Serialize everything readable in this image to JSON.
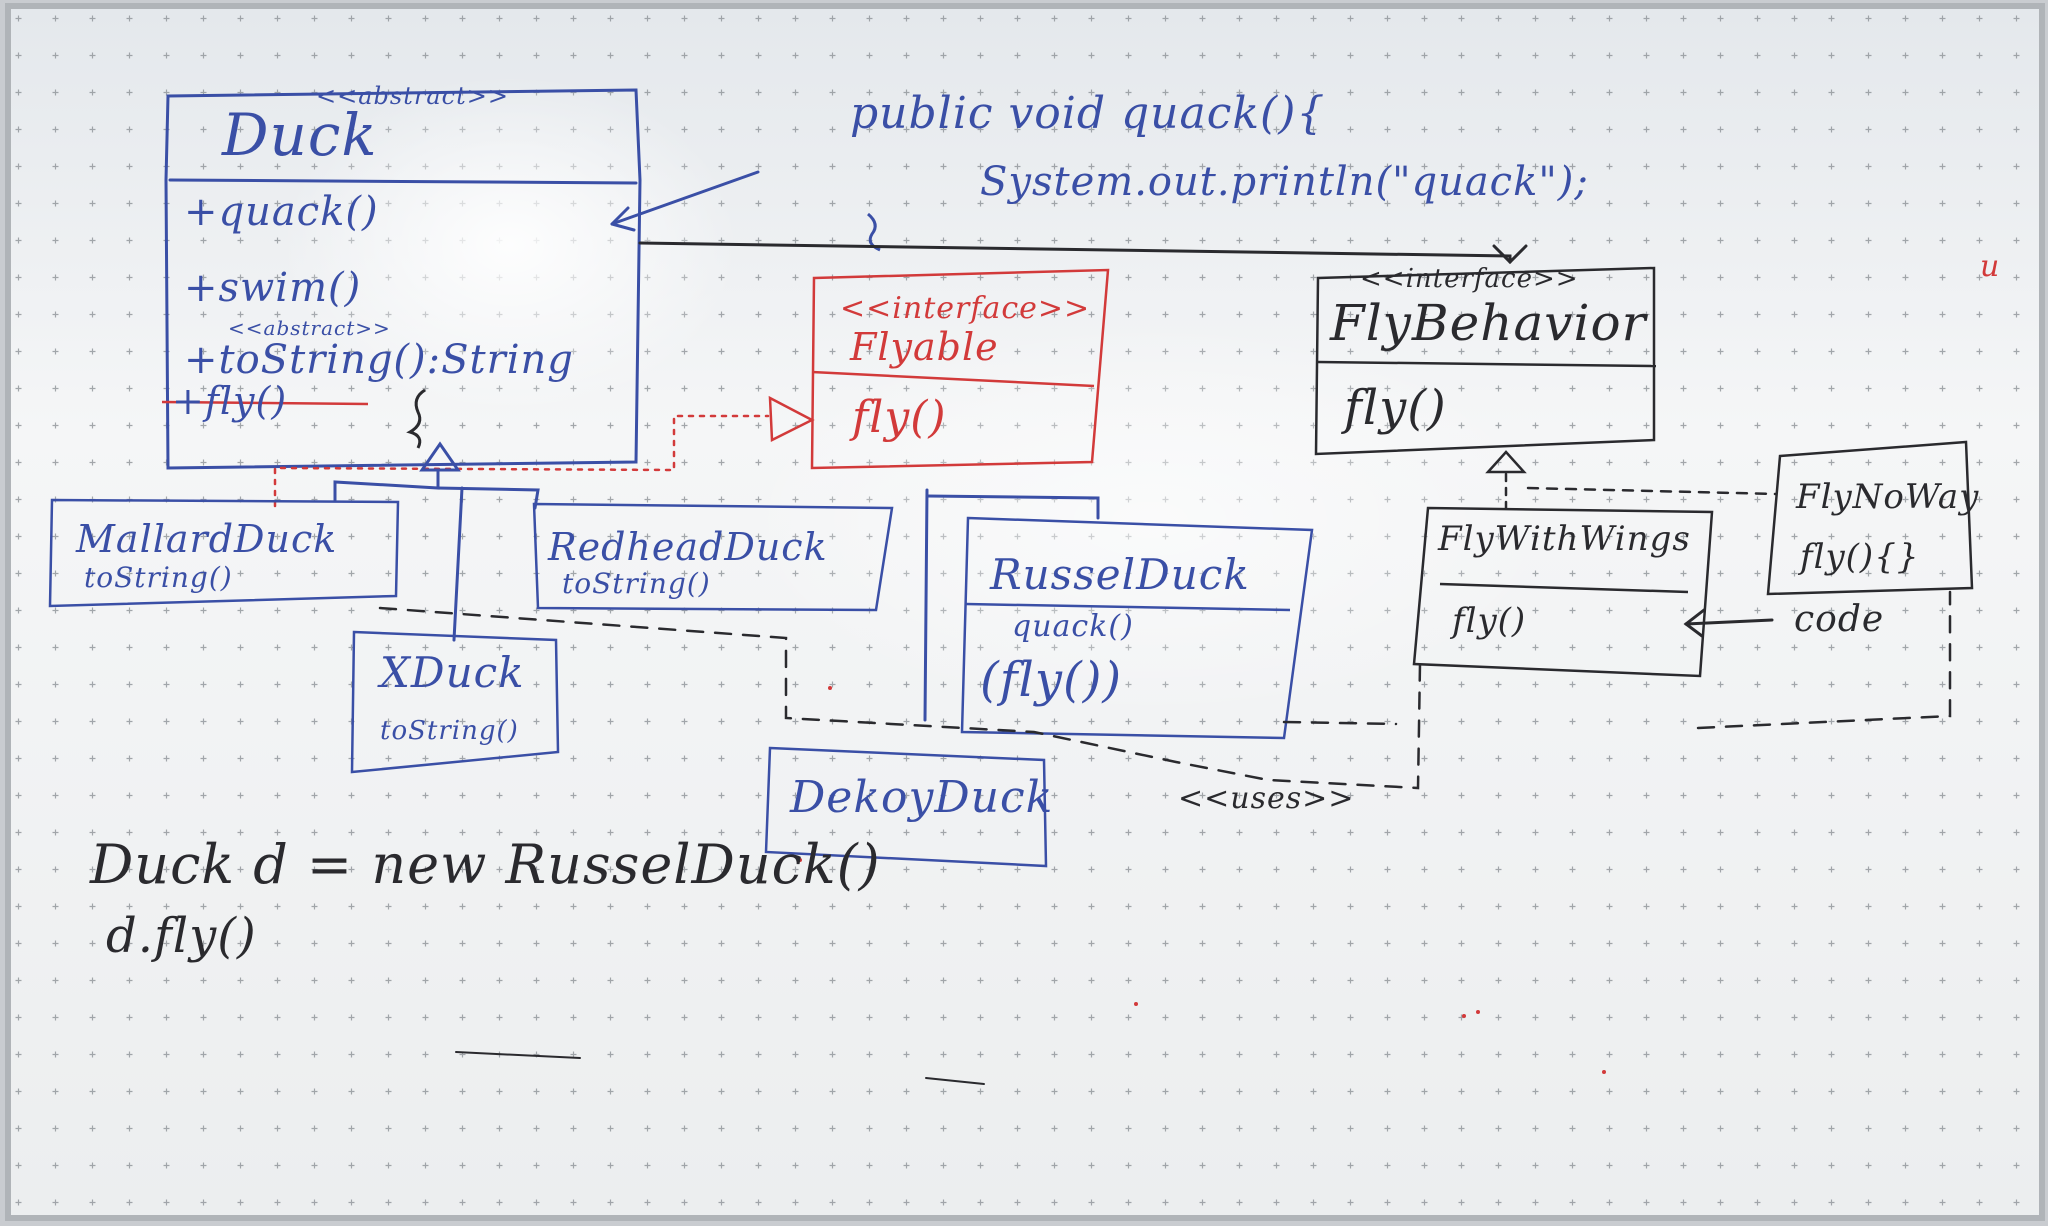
{
  "colors": {
    "blue_marker": "#3a4fa6",
    "red_marker": "#d23a3a",
    "black_marker": "#2a2a2e",
    "board": "#f3f5f6",
    "frame": "#b9bcc0"
  },
  "duck": {
    "stereotype": "<<abstract>>",
    "name": "Duck",
    "methods": [
      "+quack()",
      "+swim()",
      "+toString():String",
      "+fly()"
    ],
    "tostring_stereotype": "<<abstract>>"
  },
  "code_note": {
    "line1": "public void quack(){",
    "line2": "System.out.println(\"quack\");",
    "line3": "}"
  },
  "flyable": {
    "stereotype": "<<interface>>",
    "name": "Flyable",
    "method": "fly()"
  },
  "fly_behavior": {
    "stereotype": "<<interface>>",
    "name": "FlyBehavior",
    "method": "fly()"
  },
  "fly_with_wings": {
    "name": "FlyWithWings",
    "method": "fly()"
  },
  "fly_no_way": {
    "name": "FlyNoWay",
    "method": "fly(){}"
  },
  "code_label": "code",
  "mallard": {
    "name": "MallardDuck",
    "method": "toString()"
  },
  "redhead": {
    "name": "RedheadDuck",
    "method": "toString()"
  },
  "xduck": {
    "name": "XDuck",
    "method": "toString()"
  },
  "russel": {
    "name": "RusselDuck",
    "method1": "quack()",
    "method2": "(fly())"
  },
  "decoy": {
    "name": "DekoyDuck"
  },
  "uses_label": "<<uses>>",
  "stray_mark": "u",
  "bottom_code": {
    "line1": "Duck d = new RusselDuck()",
    "line2": "d.fly()"
  }
}
